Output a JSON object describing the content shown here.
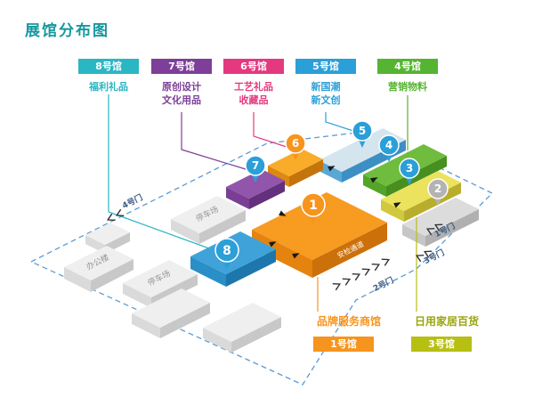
{
  "title": "展馆分布图",
  "legend": [
    {
      "label": "8号馆",
      "desc": [
        "福利礼品"
      ],
      "color": "#2ab6c3"
    },
    {
      "label": "7号馆",
      "desc": [
        "原创设计",
        "文化用品"
      ],
      "color": "#7d3f98"
    },
    {
      "label": "6号馆",
      "desc": [
        "工艺礼品",
        "收藏品"
      ],
      "color": "#e5397f"
    },
    {
      "label": "5号馆",
      "desc": [
        "新国潮",
        "新文创"
      ],
      "color": "#2b9fd8"
    },
    {
      "label": "4号馆",
      "desc": [
        "营销物料"
      ],
      "color": "#55b431"
    }
  ],
  "bottom_labels": [
    {
      "desc": "品牌服务商馆",
      "label": "1号馆",
      "color": "#f7941d"
    },
    {
      "desc": "日用家居百货",
      "label": "3号馆",
      "color": "#b7bf13"
    }
  ],
  "pins": [
    {
      "num": "1",
      "color": "#f7941d"
    },
    {
      "num": "2",
      "color": "#b3b3b3"
    },
    {
      "num": "3",
      "color": "#2b9fd8"
    },
    {
      "num": "4",
      "color": "#2b9fd8"
    },
    {
      "num": "5",
      "color": "#2b9fd8"
    },
    {
      "num": "6",
      "color": "#f7941d"
    },
    {
      "num": "7",
      "color": "#2b9fd8"
    },
    {
      "num": "8",
      "color": "#2b9fd8"
    }
  ],
  "map_labels": {
    "office": "办公楼",
    "parking_1": "停车场",
    "parking_2": "停车场",
    "security_lane": "安检通道",
    "gate_1": "1号门",
    "gate_2": "2号门",
    "gate_3": "3号门",
    "gate_4": "4号门"
  }
}
